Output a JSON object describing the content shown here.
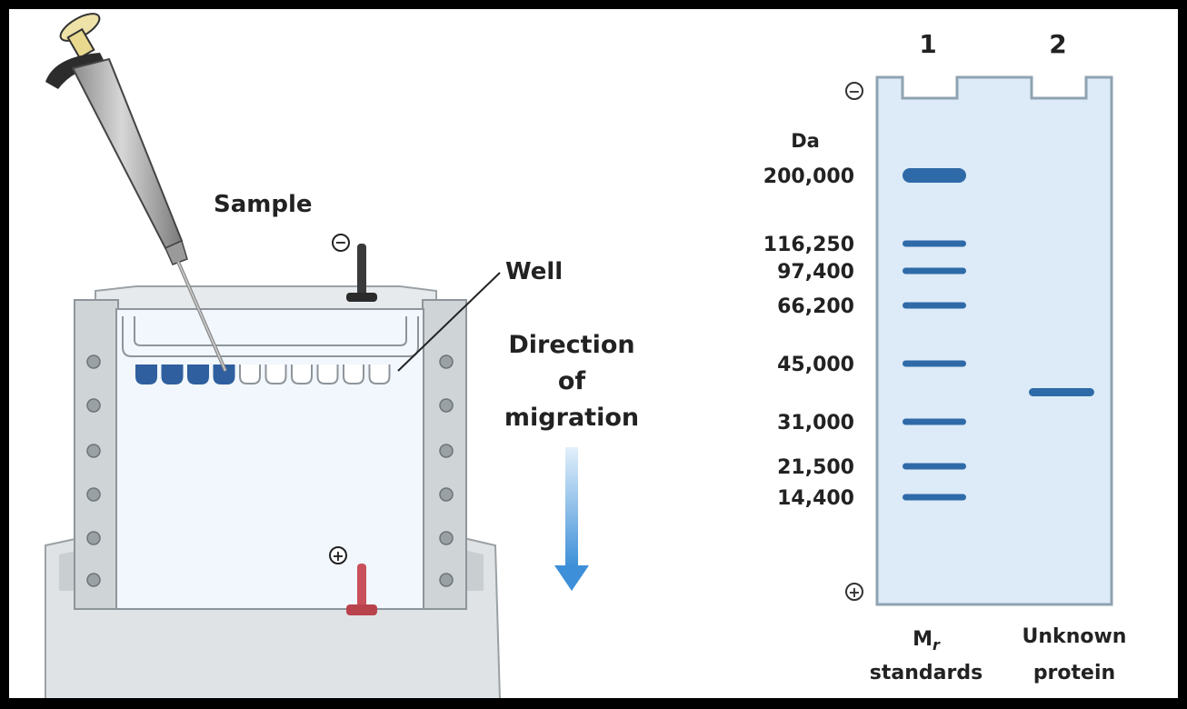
{
  "left": {
    "sample_label": "Sample",
    "well_label": "Well",
    "direction_lines": [
      "Direction",
      "of",
      "migration"
    ],
    "top_electrode_sign": "−",
    "bottom_electrode_sign": "+",
    "filled_wells": 4,
    "empty_wells": 6,
    "colors": {
      "sample": "#2f5f9e",
      "anode": "#c9505a",
      "cathode": "#3a3a3a",
      "arrow": "#3c8fd8"
    }
  },
  "gel": {
    "lane_numbers": [
      "1",
      "2"
    ],
    "unit_label": "Da",
    "top_sign": "−",
    "bottom_sign": "+",
    "markers": [
      {
        "label": "200,000",
        "bold_band": true
      },
      {
        "label": "116,250"
      },
      {
        "label": "97,400"
      },
      {
        "label": "66,200"
      },
      {
        "label": "45,000"
      },
      {
        "label": "31,000"
      },
      {
        "label": "21,500"
      },
      {
        "label": "14,400"
      }
    ],
    "lane1_caption_main": "M",
    "lane1_caption_sub": "r",
    "lane1_caption_line2": "standards",
    "lane2_caption_line1": "Unknown",
    "lane2_caption_line2": "protein",
    "unknown_band_position_between": [
      "45,000",
      "31,000"
    ],
    "colors": {
      "gel": "#dcebf7",
      "band": "#2f6aa8"
    }
  }
}
